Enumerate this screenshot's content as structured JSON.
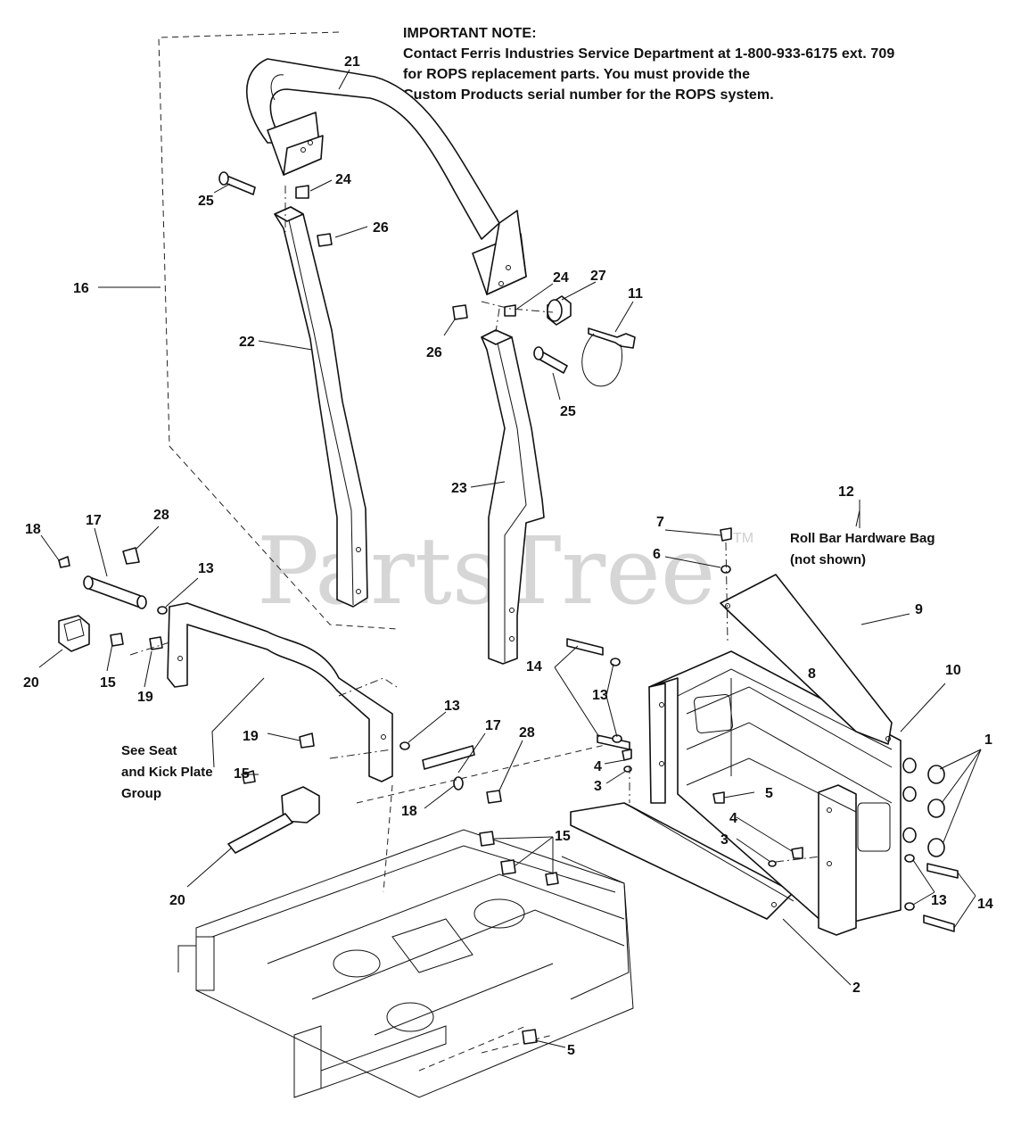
{
  "note": {
    "heading": "IMPORTANT NOTE:",
    "line1": "Contact Ferris Industries Service Department at 1-800-933-6175 ext. 709",
    "line2": "for ROPS replacement parts.  You must provide the",
    "line3": "Custom Products serial number for the ROPS system."
  },
  "watermark": {
    "text": "PartsTree",
    "tm": "TM"
  },
  "labels": {
    "hardware_bag_num": "12",
    "hardware_bag_line1": "Roll Bar Hardware Bag",
    "hardware_bag_line2": "(not shown)",
    "seat_group_line1": "See Seat",
    "seat_group_line2": "and Kick Plate",
    "seat_group_line3": "Group"
  },
  "callouts": [
    {
      "id": "c21",
      "text": "21"
    },
    {
      "id": "c24a",
      "text": "24"
    },
    {
      "id": "c25a",
      "text": "25"
    },
    {
      "id": "c26a",
      "text": "26"
    },
    {
      "id": "c16",
      "text": "16"
    },
    {
      "id": "c22",
      "text": "22"
    },
    {
      "id": "c24b",
      "text": "24"
    },
    {
      "id": "c27",
      "text": "27"
    },
    {
      "id": "c11",
      "text": "11"
    },
    {
      "id": "c26b",
      "text": "26"
    },
    {
      "id": "c25b",
      "text": "25"
    },
    {
      "id": "c23",
      "text": "23"
    },
    {
      "id": "c18a",
      "text": "18"
    },
    {
      "id": "c17a",
      "text": "17"
    },
    {
      "id": "c28a",
      "text": "28"
    },
    {
      "id": "c13a",
      "text": "13"
    },
    {
      "id": "c20a",
      "text": "20"
    },
    {
      "id": "c15a",
      "text": "15"
    },
    {
      "id": "c19a",
      "text": "19"
    },
    {
      "id": "c7",
      "text": "7"
    },
    {
      "id": "c6",
      "text": "6"
    },
    {
      "id": "c9",
      "text": "9"
    },
    {
      "id": "c8",
      "text": "8"
    },
    {
      "id": "c10",
      "text": "10"
    },
    {
      "id": "c14a",
      "text": "14"
    },
    {
      "id": "c13b",
      "text": "13"
    },
    {
      "id": "c1",
      "text": "1"
    },
    {
      "id": "c13c",
      "text": "13"
    },
    {
      "id": "c17b",
      "text": "17"
    },
    {
      "id": "c28b",
      "text": "28"
    },
    {
      "id": "c19b",
      "text": "19"
    },
    {
      "id": "c4a",
      "text": "4"
    },
    {
      "id": "c3a",
      "text": "3"
    },
    {
      "id": "c5a",
      "text": "5"
    },
    {
      "id": "c15b",
      "text": "15"
    },
    {
      "id": "c18b",
      "text": "18"
    },
    {
      "id": "c4b",
      "text": "4"
    },
    {
      "id": "c3b",
      "text": "3"
    },
    {
      "id": "c15c",
      "text": "15"
    },
    {
      "id": "c13d",
      "text": "13"
    },
    {
      "id": "c14b",
      "text": "14"
    },
    {
      "id": "c20b",
      "text": "20"
    },
    {
      "id": "c2",
      "text": "2"
    },
    {
      "id": "c5b",
      "text": "5"
    }
  ]
}
